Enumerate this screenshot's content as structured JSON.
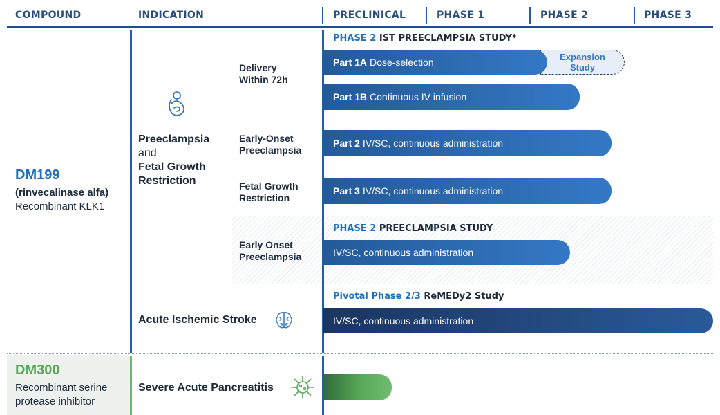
{
  "chart_data": {
    "type": "bar",
    "stages": [
      "PRECLINICAL",
      "PHASE 1",
      "PHASE 2",
      "PHASE 3"
    ],
    "headers": {
      "compound": "COMPOUND",
      "indication": "INDICATION"
    },
    "compounds": [
      {
        "name": "DM199",
        "subtitle_bold": "(rinvecalinase alfa)",
        "subtitle": "Recombinant KLK1",
        "indications": [
          {
            "line1": "Preeclampsia",
            "line2": "and",
            "line3": "Fetal Growth",
            "line4": "Restriction"
          },
          {
            "text": "Acute Ischemic Stroke"
          }
        ]
      },
      {
        "name": "DM300",
        "subtitle_line1": "Recombinant serine",
        "subtitle_line2": "protease inhibitor",
        "indications": [
          {
            "text": "Severe Acute Pancreatitis"
          }
        ]
      }
    ],
    "studies": {
      "ist": {
        "accent": "PHASE 2",
        "title": "IST PREECLAMPSIA STUDY*"
      },
      "pe": {
        "accent": "PHASE 2",
        "title": "PREECLAMPSIA STUDY"
      },
      "remedy": {
        "accent": "Pivotal Phase 2/3",
        "title": "ReMEDy2 Study"
      }
    },
    "sub_indications": [
      {
        "line1": "Delivery",
        "line2": "Within 72h"
      },
      {
        "line1": "Early-Onset",
        "line2": "Preeclampsia"
      },
      {
        "line1": "Fetal Growth",
        "line2": "Restriction"
      },
      {
        "line1": "Early Onset",
        "line2": "Preeclampsia"
      }
    ],
    "programs": [
      {
        "bold": "Part 1A",
        "label": "Dose-selection",
        "progress_stage": 2.3,
        "color": "#2f6eb5"
      },
      {
        "bold": "Part 1B",
        "label": "Continuous IV infusion",
        "progress_stage": 2.63,
        "color": "#2f6eb5"
      },
      {
        "bold": "Part 2",
        "label": "IV/SC, continuous administration",
        "progress_stage": 2.96,
        "color": "#2f6eb5"
      },
      {
        "bold": "Part 3",
        "label": "IV/SC, continuous administration",
        "progress_stage": 2.96,
        "color": "#2f6eb5"
      },
      {
        "bold": "",
        "label": "IV/SC, continuous administration",
        "progress_stage": 2.53,
        "color": "#2f6eb5"
      },
      {
        "bold": "",
        "label": "IV/SC, continuous administration",
        "progress_stage": 4.0,
        "color": "#1f4e8c"
      },
      {
        "bold": "",
        "label": "",
        "progress_stage": 0.7,
        "color": "#5aa95a"
      }
    ],
    "expansion": {
      "line1": "Expansion",
      "line2": "Study"
    },
    "colors": {
      "dm199": "#1f6fbf",
      "dm300": "#5aa95a",
      "header": "#2a4e7a",
      "bar": "#2f6eb5",
      "bar_dark": "#1f4e8c"
    }
  }
}
